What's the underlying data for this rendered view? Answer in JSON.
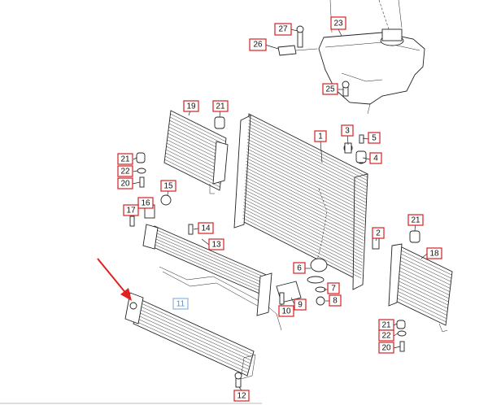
{
  "diagram": {
    "callouts": [
      "1",
      "2",
      "3",
      "4",
      "5",
      "6",
      "7",
      "8",
      "9",
      "10",
      "11",
      "12",
      "13",
      "14",
      "15",
      "16",
      "17",
      "18",
      "19",
      "20",
      "21",
      "22",
      "23",
      "25",
      "26",
      "27"
    ],
    "highlighted_callout": "11",
    "colors": {
      "callout_border": "#d42020",
      "highlight_border": "#8fb3d9",
      "highlight_text": "#5a8fc8",
      "arrow": "#e02020"
    }
  }
}
